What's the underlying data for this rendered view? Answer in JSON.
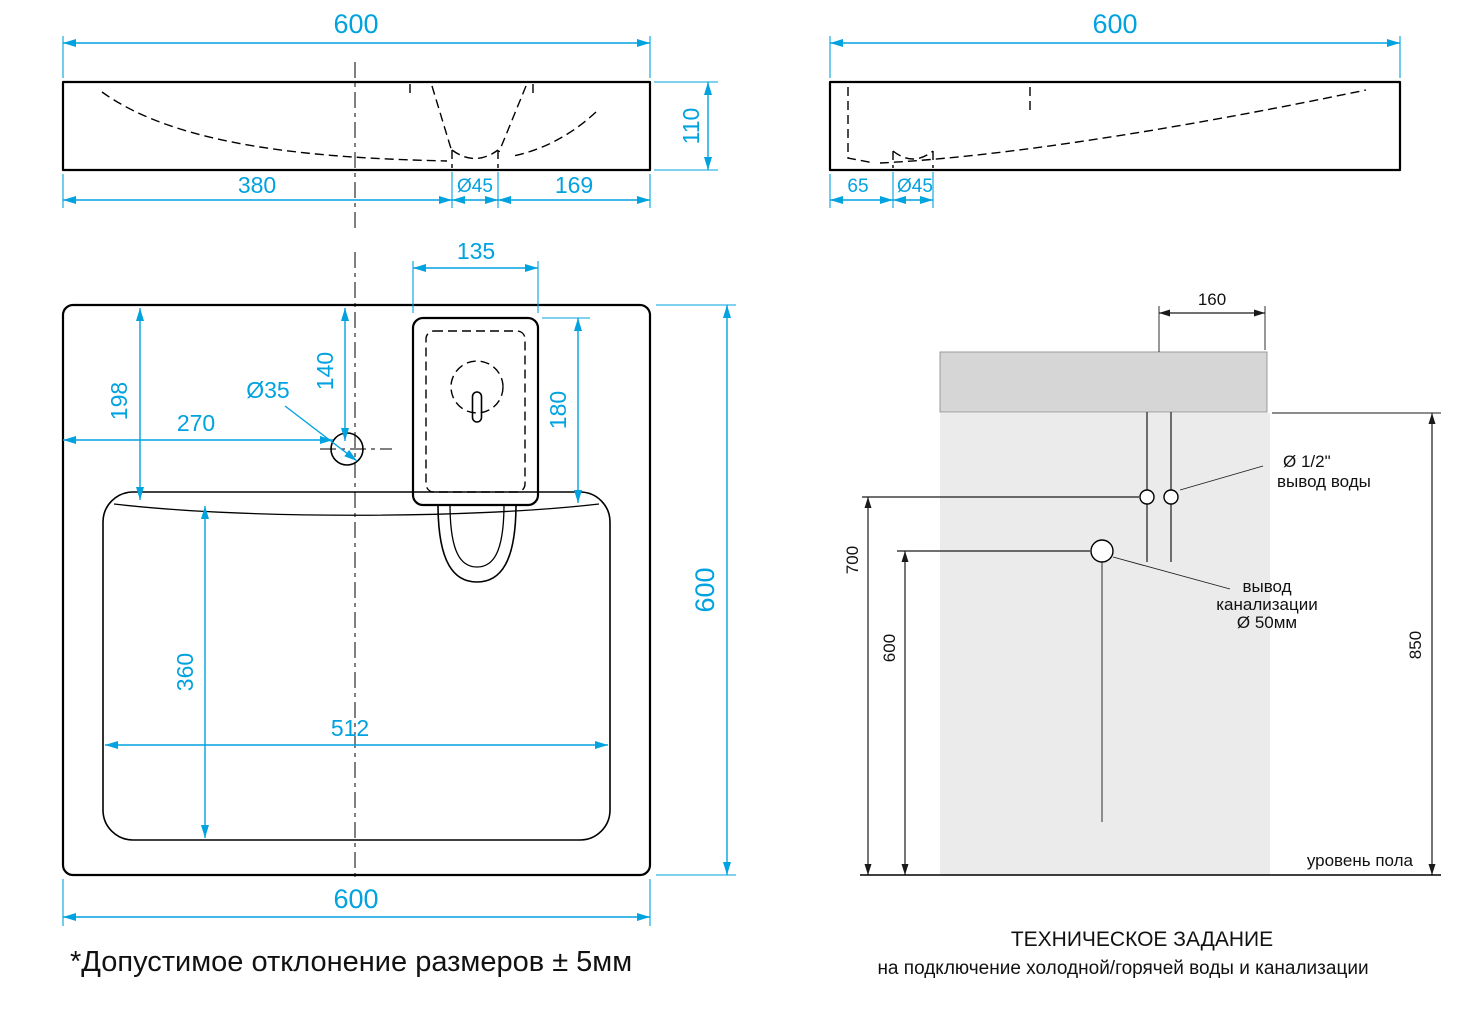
{
  "colors": {
    "dimension_accent": "#00a2e0",
    "drawing_line": "#000000",
    "wall_fill": "#ebebeb",
    "counter_fill": "#d6d6d6"
  },
  "front_view": {
    "dim_width": "600",
    "dim_height": "110",
    "dim_left": "380",
    "dim_drain": "Ø45",
    "dim_right": "169"
  },
  "side_view": {
    "dim_width": "600",
    "dim_offset": "65",
    "dim_drain": "Ø45"
  },
  "top_view": {
    "dim_faucet_box_width": "135",
    "dim_faucet_offset": "140",
    "dim_basin_offset": "198",
    "dim_hole": "Ø35",
    "dim_hole_x": "270",
    "dim_faucet_box_height": "180",
    "dim_basin_inner": "360",
    "dim_basin_width": "512",
    "dim_depth": "600",
    "dim_width_bottom": "600"
  },
  "note": "*Допустимое отклонение размеров ± 5мм",
  "installation": {
    "dim_pipe_offset": "160",
    "dim_water_height": "700",
    "dim_drain_height": "600",
    "dim_total_height": "850",
    "water_label_line1": "Ø 1/2\"",
    "water_label_line2": "вывод воды",
    "drain_label_line1": "вывод",
    "drain_label_line2": "канализации",
    "drain_label_line3": "Ø 50мм",
    "floor_label": "уровень пола",
    "title": "ТЕХНИЧЕСКОЕ ЗАДАНИЕ",
    "subtitle": "на подключение холодной/горячей воды и канализации"
  }
}
